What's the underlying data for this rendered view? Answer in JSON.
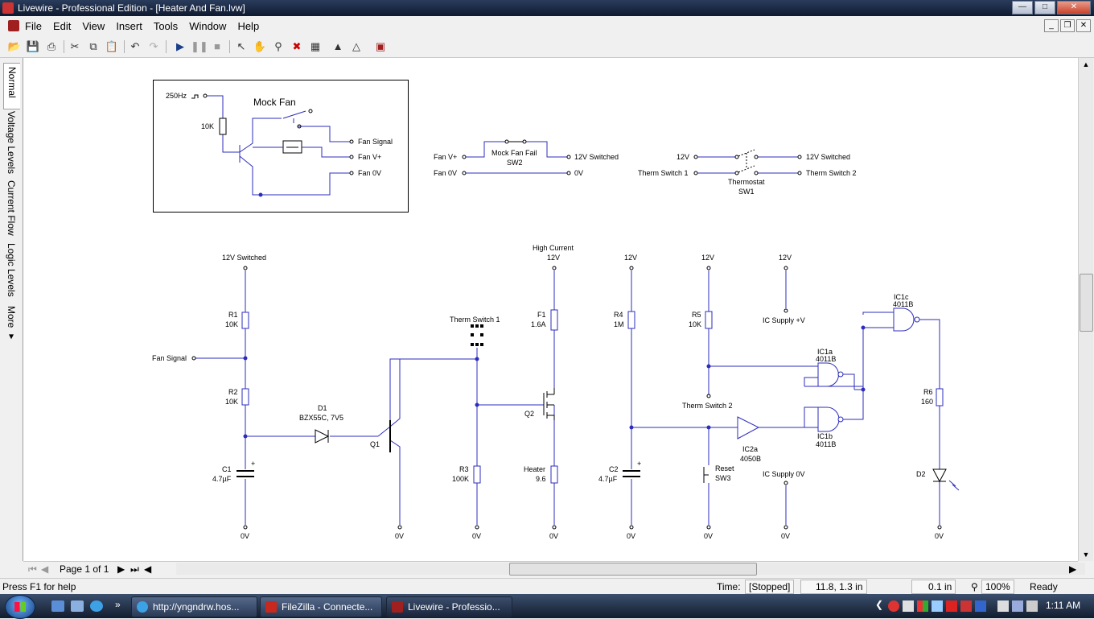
{
  "window": {
    "title": "Livewire - Professional Edition - [Heater And Fan.lvw]"
  },
  "menu": [
    "File",
    "Edit",
    "View",
    "Insert",
    "Tools",
    "Window",
    "Help"
  ],
  "toolbar": {
    "icons": [
      "open-icon",
      "save-icon",
      "print-icon",
      "cut-icon",
      "copy-icon",
      "paste-icon",
      "undo-icon",
      "redo-icon",
      "play-icon",
      "pause-icon",
      "stop-icon",
      "select-arrow-icon",
      "hand-icon",
      "zoom-icon",
      "delete-icon",
      "graph-icon",
      "flip-icon",
      "rotate-icon",
      "component-icon"
    ]
  },
  "side_tabs": [
    "Normal",
    "Voltage Levels",
    "Current Flow",
    "Logic Levels",
    "More ▾"
  ],
  "schematic": {
    "mock_fan": {
      "title": "Mock Fan",
      "freq": "250Hz",
      "r": "10K",
      "out1": "Fan Signal",
      "out2": "Fan V+",
      "out3": "Fan 0V"
    },
    "sw2": {
      "in1": "Fan V+",
      "in2": "Fan 0V",
      "name": "Mock Fan Fail",
      "ref": "SW2",
      "out1": "12V Switched",
      "out2": "0V"
    },
    "sw1": {
      "in1": "12V",
      "in2": "Therm Switch 1",
      "name": "Thermostat",
      "ref": "SW1",
      "out1": "12V Switched",
      "out2": "Therm Switch 2"
    },
    "labels": {
      "v12sw": "12V Switched",
      "r1": "R1",
      "r1v": "10K",
      "fan_signal": "Fan Signal",
      "r2": "R2",
      "r2v": "10K",
      "d1": "D1",
      "d1v": "BZX55C, 7V5",
      "q1": "Q1",
      "c1": "C1",
      "c1v": "4.7µF",
      "zero": "0V",
      "therm1": "Therm Switch 1",
      "r3": "R3",
      "r3v": "100K",
      "q2": "Q2",
      "high_current": "High Current",
      "v12": "12V",
      "f1": "F1",
      "f1v": "1.6A",
      "heater": "Heater",
      "heaterv": "9.6",
      "r4": "R4",
      "r4v": "1M",
      "c2": "C2",
      "c2v": "4.7µF",
      "r5": "R5",
      "r5v": "10K",
      "therm2": "Therm Switch 2",
      "reset": "Reset",
      "sw3": "SW3",
      "ic2a": "IC2a",
      "ic2av": "4050B",
      "icsupply": "IC Supply +V",
      "ic0v": "IC Supply 0V",
      "ic1a": "IC1a",
      "ic1av": "4011B",
      "ic1b": "IC1b",
      "ic1bv": "4011B",
      "ic1c": "IC1c",
      "ic1cv": "4011B",
      "r6": "R6",
      "r6v": "160",
      "d2": "D2"
    }
  },
  "pagebar": {
    "page": "Page 1 of 1"
  },
  "status": {
    "help": "Press F1 for help",
    "time_label": "Time:",
    "time_value": "[Stopped]",
    "coords": "11.8, 1.3 in",
    "grid": "0.1 in",
    "zoom": "100%",
    "ready": "Ready"
  },
  "taskbar": {
    "items": [
      {
        "label": "http://yngndrw.hos...",
        "icon": "ie-icon"
      },
      {
        "label": "FileZilla - Connecte...",
        "icon": "filezilla-icon"
      },
      {
        "label": "Livewire - Professio...",
        "icon": "livewire-icon"
      }
    ],
    "clock": "1:11 AM"
  }
}
